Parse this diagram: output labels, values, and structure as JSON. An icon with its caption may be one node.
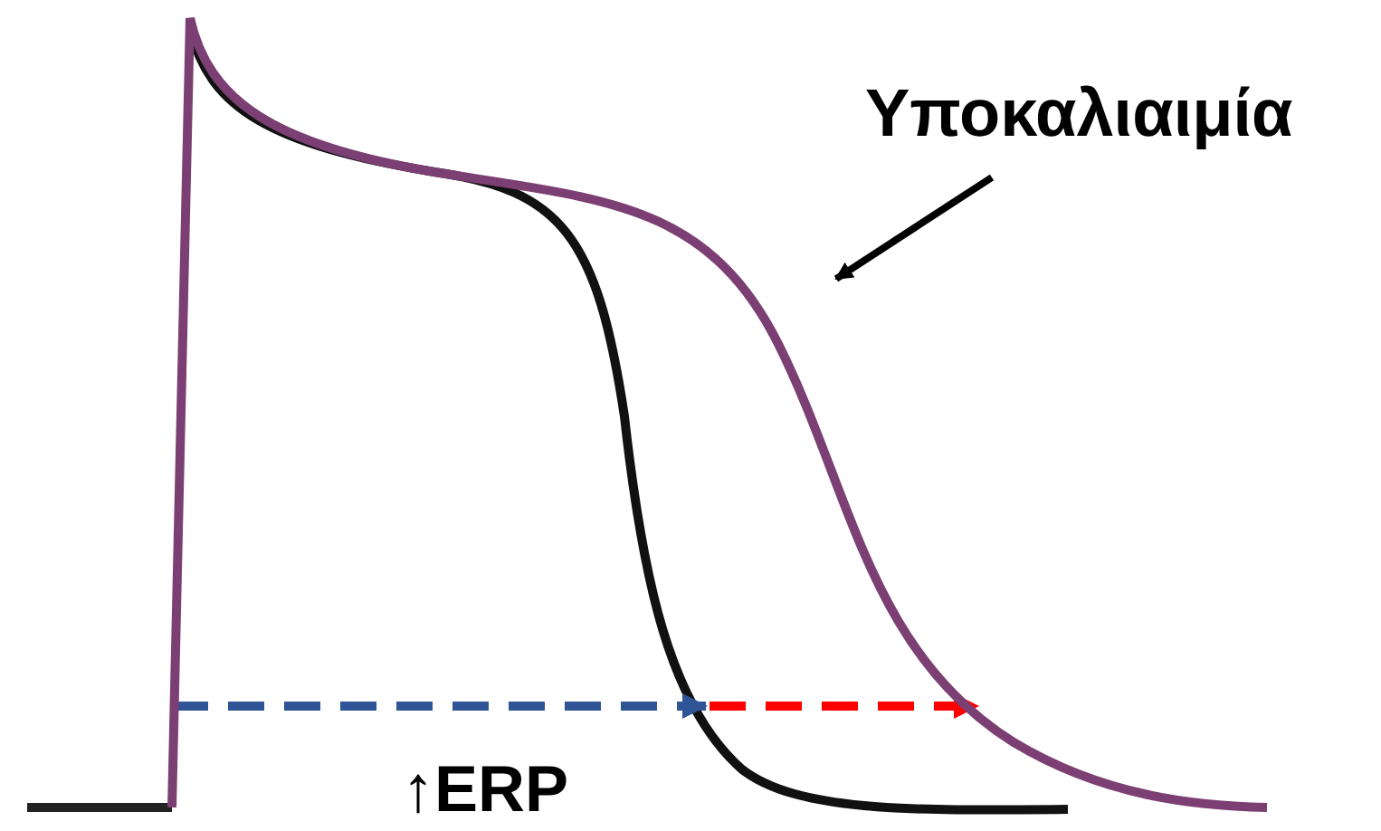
{
  "diagram": {
    "nodes": [
      {
        "text": [
          "Υποκαλιαιμία"
        ]
      },
      {
        "text": [],
        "shape": "curve"
      }
    ],
    "edges": [
      {
        "from": 0,
        "to": 1,
        "arrow": "to"
      }
    ],
    "labels": [
      "↑ERP"
    ]
  }
}
